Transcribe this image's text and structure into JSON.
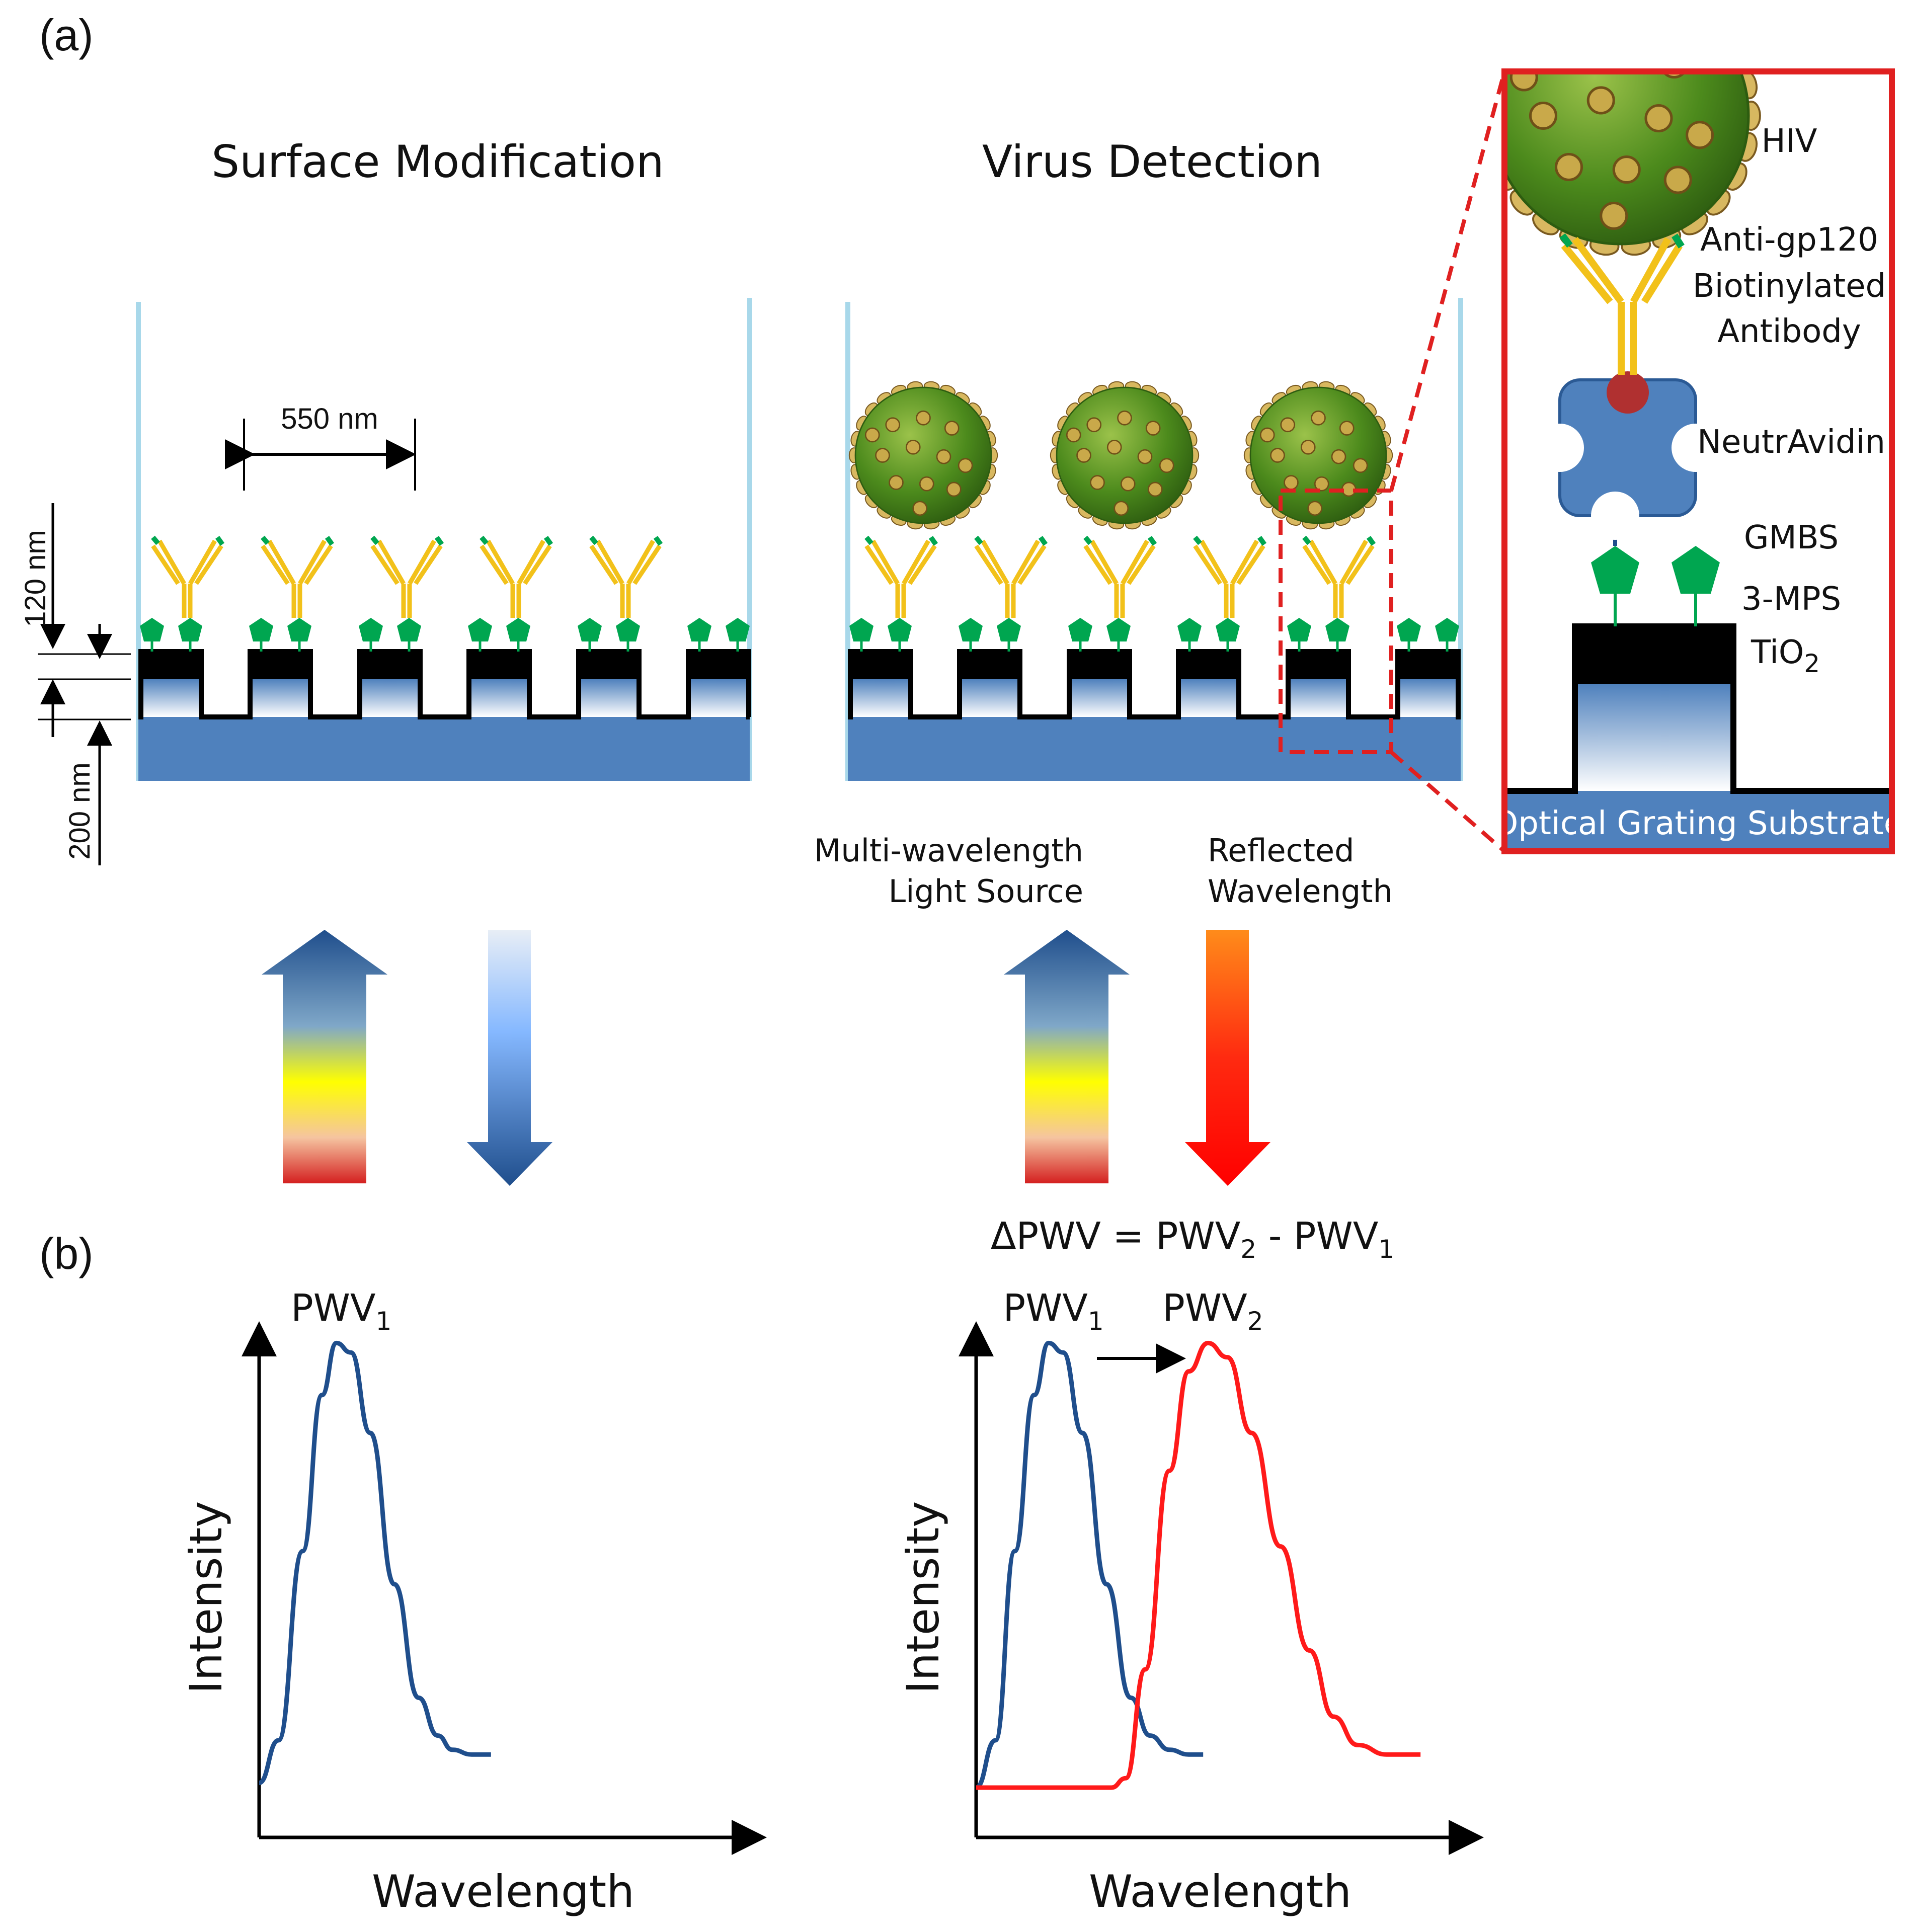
{
  "panel_a_label": "(a)",
  "panel_b_label": "(b)",
  "left_panel": {
    "title": "Surface Modification",
    "dim_width": "550 nm",
    "dim_depth": "120 nm",
    "dim_height": "200 nm"
  },
  "right_panel": {
    "title": "Virus Detection",
    "light_source_line1": "Multi-wavelength",
    "light_source_line2": "Light Source",
    "reflected_line1": "Reflected",
    "reflected_line2": "Wavelength"
  },
  "inset": {
    "hiv": "HIV",
    "antibody_line1": "Anti-gp120",
    "antibody_line2": "Biotinylated",
    "antibody_line3": "Antibody",
    "neutravidin": "NeutrAvidin",
    "gmbs": "GMBS",
    "mps": "3-MPS",
    "tio2": "TiO",
    "tio2_sub": "2",
    "substrate": "Optical Grating Substrate"
  },
  "equation": {
    "lhs": "ΔPWV = PWV",
    "sub1": "2",
    "mid": " - PWV",
    "sub2": "1"
  },
  "colors": {
    "blue_curve": "#1f4e8c",
    "red_curve": "#ff1a1a",
    "substrate": "#4f81bd",
    "linker_green": "#00a650",
    "antibody_yellow": "#f2c11a",
    "virus_green": "#4c8a1c",
    "inset_border": "#e02020"
  },
  "chart_data": [
    {
      "type": "line",
      "xlabel": "Wavelength",
      "ylabel": "Intensity",
      "peak_labels": [
        {
          "text": "PWV",
          "sub": "1"
        }
      ],
      "series": [
        {
          "color": "#1f4e8c",
          "peak_x": 0.17,
          "points": [
            [
              0,
              0.06
            ],
            [
              0.04,
              0.15
            ],
            [
              0.09,
              0.55
            ],
            [
              0.13,
              0.88
            ],
            [
              0.16,
              0.99
            ],
            [
              0.19,
              0.97
            ],
            [
              0.23,
              0.8
            ],
            [
              0.28,
              0.48
            ],
            [
              0.33,
              0.24
            ],
            [
              0.37,
              0.16
            ],
            [
              0.4,
              0.13
            ],
            [
              0.44,
              0.12
            ],
            [
              0.48,
              0.12
            ]
          ]
        }
      ]
    },
    {
      "type": "line",
      "xlabel": "Wavelength",
      "ylabel": "Intensity",
      "peak_labels": [
        {
          "text": "PWV",
          "sub": "1"
        },
        {
          "text": "PWV",
          "sub": "2"
        }
      ],
      "series": [
        {
          "color": "#1f4e8c",
          "peak_x": 0.16,
          "points": [
            [
              0,
              0.05
            ],
            [
              0.04,
              0.15
            ],
            [
              0.08,
              0.55
            ],
            [
              0.12,
              0.88
            ],
            [
              0.15,
              0.99
            ],
            [
              0.18,
              0.97
            ],
            [
              0.22,
              0.8
            ],
            [
              0.27,
              0.48
            ],
            [
              0.32,
              0.24
            ],
            [
              0.36,
              0.16
            ],
            [
              0.4,
              0.13
            ],
            [
              0.44,
              0.12
            ],
            [
              0.47,
              0.12
            ]
          ]
        },
        {
          "color": "#ff1a1a",
          "peak_x": 0.49,
          "points": [
            [
              0,
              0.05
            ],
            [
              0.28,
              0.05
            ],
            [
              0.31,
              0.07
            ],
            [
              0.35,
              0.3
            ],
            [
              0.4,
              0.72
            ],
            [
              0.44,
              0.93
            ],
            [
              0.48,
              0.99
            ],
            [
              0.52,
              0.96
            ],
            [
              0.57,
              0.8
            ],
            [
              0.63,
              0.56
            ],
            [
              0.69,
              0.34
            ],
            [
              0.74,
              0.2
            ],
            [
              0.79,
              0.14
            ],
            [
              0.85,
              0.12
            ],
            [
              0.92,
              0.12
            ]
          ]
        }
      ]
    }
  ]
}
